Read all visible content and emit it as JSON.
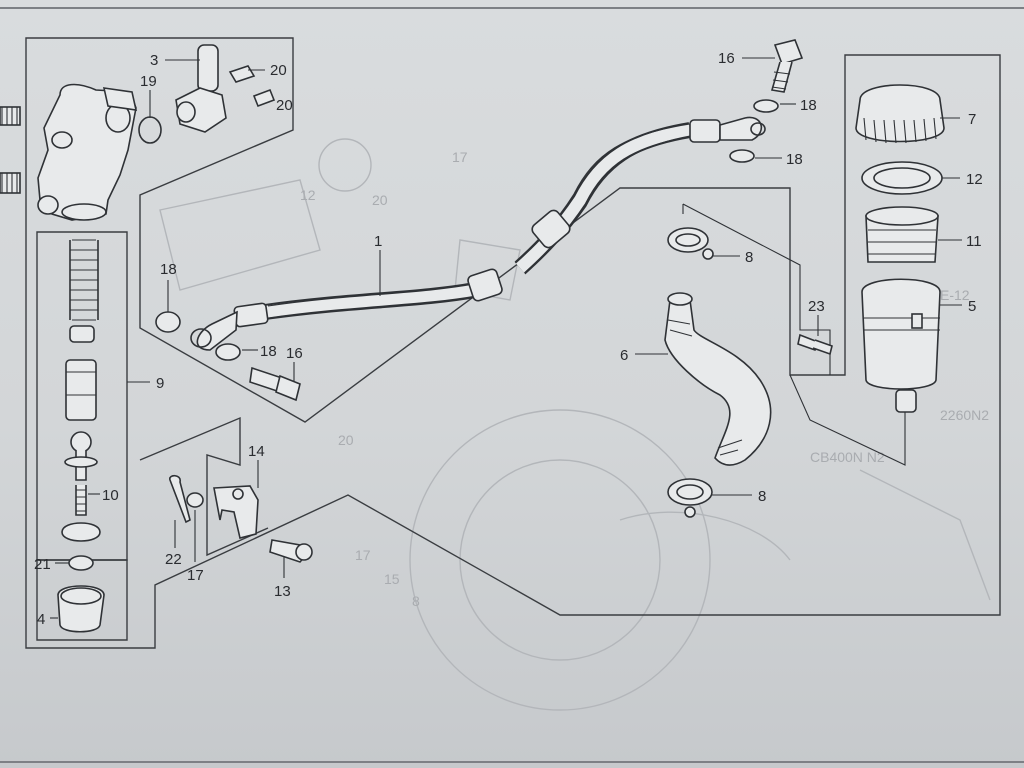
{
  "diagram": {
    "callouts": [
      {
        "id": "c1",
        "text": "1"
      },
      {
        "id": "c3",
        "text": "3"
      },
      {
        "id": "c4",
        "text": "4"
      },
      {
        "id": "c5",
        "text": "5"
      },
      {
        "id": "c6",
        "text": "6"
      },
      {
        "id": "c7",
        "text": "7"
      },
      {
        "id": "c8a",
        "text": "8"
      },
      {
        "id": "c8b",
        "text": "8"
      },
      {
        "id": "c9",
        "text": "9"
      },
      {
        "id": "c10",
        "text": "10"
      },
      {
        "id": "c11",
        "text": "11"
      },
      {
        "id": "c12",
        "text": "12"
      },
      {
        "id": "c13",
        "text": "13"
      },
      {
        "id": "c14",
        "text": "14"
      },
      {
        "id": "c16a",
        "text": "16"
      },
      {
        "id": "c16b",
        "text": "16"
      },
      {
        "id": "c17",
        "text": "17"
      },
      {
        "id": "c18a",
        "text": "18"
      },
      {
        "id": "c18b",
        "text": "18"
      },
      {
        "id": "c18c",
        "text": "18"
      },
      {
        "id": "c18d",
        "text": "18"
      },
      {
        "id": "c19",
        "text": "19"
      },
      {
        "id": "c20a",
        "text": "20"
      },
      {
        "id": "c20b",
        "text": "20"
      },
      {
        "id": "c21",
        "text": "21"
      },
      {
        "id": "c22",
        "text": "22"
      },
      {
        "id": "c23",
        "text": "23"
      }
    ],
    "bleed_through": {
      "a": "17",
      "b": "20",
      "c": "12",
      "d": "E-12",
      "e": "20",
      "f": "17",
      "g": "15",
      "h": "8",
      "i": "2260N2",
      "j": "CB400N N2"
    }
  }
}
